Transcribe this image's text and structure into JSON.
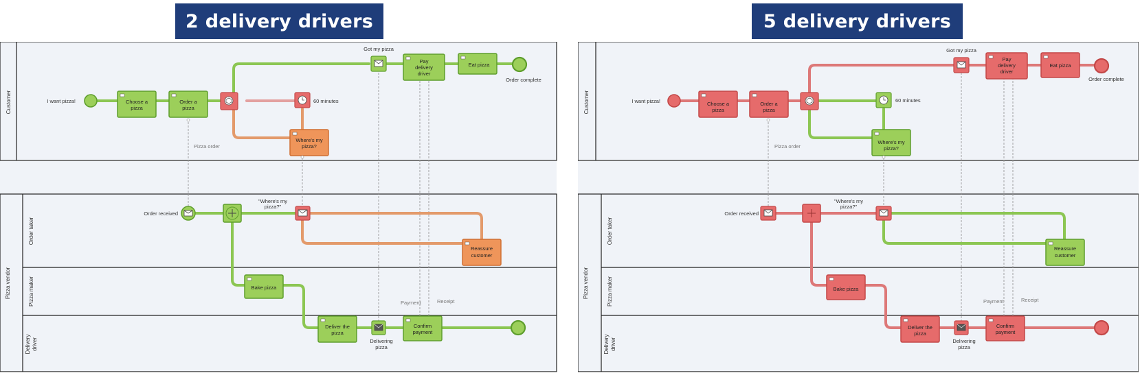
{
  "colors": {
    "green_fill": "#9ccf5a",
    "green_stroke": "#5e9e2d",
    "green_path": "#8cc653",
    "red_fill": "#e66b6b",
    "red_stroke": "#c24848",
    "red_path": "#dd7878",
    "orange_fill": "#ef955a",
    "orange_stroke": "#cf6f32",
    "orange_path": "#e39a6b",
    "banner_bg": "#1f3d7a",
    "lane_bg": "#f0f3f8"
  },
  "left": {
    "banner": "2 delivery drivers",
    "pools": {
      "customer": "Customer",
      "vendor": "Pizza vendor"
    },
    "lanes": {
      "order_taker": "Order taker",
      "pizza_maker": "Pizza maker",
      "delivery_driver_1": "Delivery",
      "delivery_driver_2": "driver"
    },
    "labels": {
      "i_want_pizza": "I want pizza!",
      "got_my_pizza": "Got my pizza",
      "order_complete": "Order complete",
      "sixty_minutes": "60 minutes",
      "pizza_order": "Pizza order",
      "order_received": "Order received",
      "wheres_event_1": "\"Where's my",
      "wheres_event_2": "pizza?\"",
      "payment": "Payment",
      "receipt": "Receipt",
      "delivering_1": "Delivering",
      "delivering_2": "pizza"
    },
    "tasks": {
      "choose_1": "Choose a",
      "choose_2": "pizza",
      "order_1": "Order a",
      "order_2": "pizza",
      "wheres_1": "Where's my",
      "wheres_2": "pizza?",
      "pay_1": "Pay",
      "pay_2": "delivery",
      "pay_3": "driver",
      "eat": "Eat pizza",
      "reassure_1": "Reassure",
      "reassure_2": "customer",
      "bake": "Bake  pizza",
      "deliver_1": "Deliver the",
      "deliver_2": "pizza",
      "confirm_1": "Confirm",
      "confirm_2": "payment"
    }
  },
  "right": {
    "banner": "5 delivery drivers",
    "pools": {
      "customer": "Customer",
      "vendor": "Pizza vendor"
    },
    "lanes": {
      "order_taker": "Order taker",
      "pizza_maker": "Pizza maker",
      "delivery_driver_1": "Delivery",
      "delivery_driver_2": "driver"
    },
    "labels": {
      "i_want_pizza": "I want pizza!",
      "got_my_pizza": "Got my pizza",
      "order_complete": "Order complete",
      "sixty_minutes": "60 minutes",
      "pizza_order": "Pizza order",
      "order_received": "Order received",
      "wheres_event_1": "\"Where's my",
      "wheres_event_2": "pizza?\"",
      "payment": "Payment",
      "receipt": "Receipt",
      "delivering_1": "Delivering",
      "delivering_2": "pizza"
    },
    "tasks": {
      "choose_1": "Choose a",
      "choose_2": "pizza",
      "order_1": "Order a",
      "order_2": "pizza",
      "wheres_1": "Where's my",
      "wheres_2": "pizza?",
      "pay_1": "Pay",
      "pay_2": "delivery",
      "pay_3": "driver",
      "eat": "Eat pizza",
      "reassure_1": "Reassure",
      "reassure_2": "customer",
      "bake": "Bake  pizza",
      "deliver_1": "Deliver the",
      "deliver_2": "pizza",
      "confirm_1": "Confirm",
      "confirm_2": "payment"
    }
  }
}
